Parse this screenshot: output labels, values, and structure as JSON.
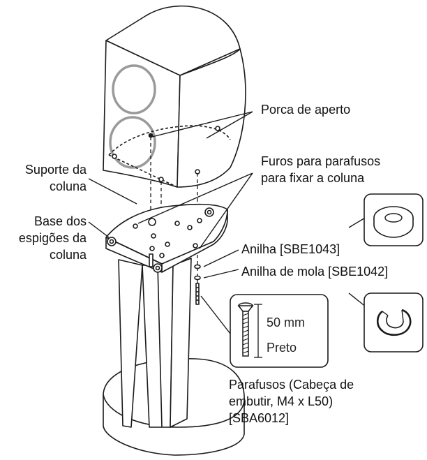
{
  "labels": {
    "porca": "Porca de aperto",
    "furos_line1": "Furos para parafusos",
    "furos_line2": "para fixar a coluna",
    "suporte_line1": "Suporte da",
    "suporte_line2": "coluna",
    "base_line1": "Base dos",
    "base_line2": "espigões da",
    "base_line3": "coluna",
    "anilha": "Anilha [SBE1043]",
    "anilha_mola": "Anilha de mola [SBE1042]",
    "parafusos_line1": "Parafusos (Cabeça de",
    "parafusos_line2": "embutir, M4 x L50)",
    "parafusos_line3": "[SBA6012]"
  },
  "screw_box": {
    "length": "50 mm",
    "color": "Preto"
  },
  "colors": {
    "line": "#1a1a1a",
    "driver_ring": "#9a9a9a",
    "fill": "#ffffff",
    "shade": "#d8d8d8"
  }
}
